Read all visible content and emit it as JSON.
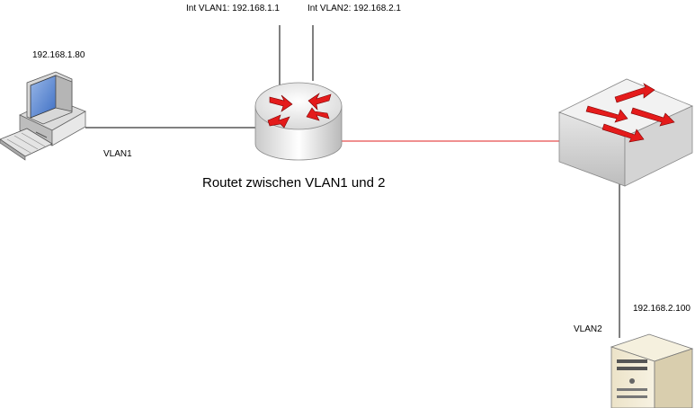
{
  "labels": {
    "pc_ip": "192.168.1.80",
    "vlan1": "VLAN1",
    "router_if1": "Int VLAN1: 192.168.1.1",
    "router_if2": "Int VLAN2: 192.168.2.1",
    "router_caption": "Routet zwischen VLAN1 und 2",
    "server_ip": "192.168.2.100",
    "vlan2": "VLAN2"
  },
  "colors": {
    "trunk_link": "#e02020",
    "access_link": "#000000",
    "arrow": "#e41b1b"
  },
  "icons": [
    "pc-icon",
    "router-icon",
    "switch-icon",
    "server-icon"
  ]
}
